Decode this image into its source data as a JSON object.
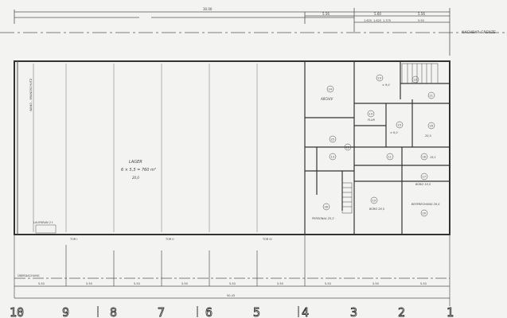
{
  "plan": {
    "top_dimensions": {
      "overall": "30.00",
      "segment_a": "5.56",
      "segment_b": "5.60",
      "segment_c": "5.56",
      "sub_a": "1.625",
      "sub_b": "1.625",
      "sub_c": "1.375",
      "sub_d": "5.50"
    },
    "neighbor_boundary": "NACHBAR-GRENZE",
    "left_wall_note": "WAND - BRANDSCHUTZ",
    "bottom_left_note": "LAUFKRAN 2 t",
    "warehouse": {
      "name": "LAGER",
      "area": "6 × 5,5 = 760 m²",
      "height": "20,0"
    },
    "gates": [
      "TOR I",
      "TOR II",
      "TOR III"
    ],
    "canopy": "ÜBERDACHUNG",
    "rooms": [
      {
        "number": "24",
        "name": "ARCHIV"
      },
      {
        "number": "23",
        "name": "× 9,0"
      },
      {
        "number": "22",
        "name": ""
      },
      {
        "number": "21",
        "name": ""
      },
      {
        "number": "25",
        "name": ""
      },
      {
        "number": "14",
        "name": "FLUR"
      },
      {
        "number": "15",
        "name": "× 6,0"
      },
      {
        "number": "16",
        "name": "20,5"
      },
      {
        "number": "18",
        "name": "19,1"
      },
      {
        "number": "17",
        "name": "BÜRO 19,5"
      },
      {
        "number": "20",
        "name": "BESPRECHUNG 28,5"
      },
      {
        "number": "19",
        "name": "BÜRO 28,5"
      },
      {
        "number": "28",
        "name": "PERSONAL 25,2"
      },
      {
        "number": "13",
        "name": ""
      },
      {
        "number": "12",
        "name": ""
      },
      {
        "number": "11",
        "name": ""
      }
    ],
    "bottom_dimensions": [
      "5.50",
      "5.50",
      "5.50",
      "5.50",
      "5.50",
      "5.50",
      "5.50",
      "5.50",
      "5.50"
    ],
    "bottom_total": "50.43",
    "grid_axes": [
      "10",
      "9",
      "8",
      "7",
      "6",
      "5",
      "4",
      "3",
      "2",
      "1"
    ]
  }
}
